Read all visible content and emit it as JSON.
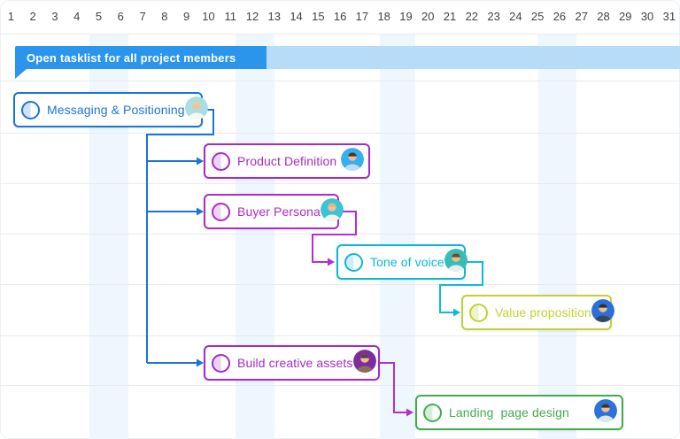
{
  "header": {
    "days": [
      "1",
      "2",
      "3",
      "4",
      "5",
      "6",
      "7",
      "8",
      "9",
      "10",
      "11",
      "12",
      "13",
      "14",
      "15",
      "16",
      "17",
      "18",
      "19",
      "20",
      "21",
      "22",
      "23",
      "24",
      "25",
      "26",
      "27",
      "28",
      "29",
      "30",
      "31"
    ]
  },
  "banner": {
    "label": "Open tasklist for all project members",
    "color": "#2b95ec",
    "extension_color": "#b7dcf9"
  },
  "tasks": [
    {
      "id": "messaging-positioning",
      "label": "Messaging & Positioning",
      "color": "#1b74d9",
      "icon_fill": "#cfe3f8",
      "avatar": {
        "bg": "#a9dfe2",
        "hair": "#e3cda0",
        "skin": "#f0c29f",
        "shirt": "#f7f7f7"
      }
    },
    {
      "id": "product-definition",
      "label": "Product Definition",
      "color": "#a32cc4",
      "icon_fill": "#ecd2f4",
      "avatar": {
        "bg": "#36aef2",
        "hair": "#4a3526",
        "skin": "#eebd94",
        "shirt": "#bfdcf2"
      }
    },
    {
      "id": "buyer-persona",
      "label": "Buyer Persona",
      "color": "#b02ac4",
      "icon_fill": "#f0d4f4",
      "avatar": {
        "bg": "#3cc3d5",
        "hair": "#d8b97e",
        "skin": "#efc3a0",
        "shirt": "#f4f1ea"
      }
    },
    {
      "id": "tone-of-voice",
      "label": "Tone of voice",
      "color": "#09b8d8",
      "icon_fill": "#cdeff5",
      "avatar": {
        "bg": "#38bdb4",
        "hair": "#6b4a2f",
        "skin": "#eebd94",
        "shirt": "#e8ecef"
      }
    },
    {
      "id": "value-proposition",
      "label": "Value proposition",
      "color": "#c3d22f",
      "icon_fill": "#eff3cb",
      "avatar": {
        "bg": "#2a70d8",
        "hair": "#3a2d22",
        "skin": "#edbd96",
        "shirt": "#35495e"
      }
    },
    {
      "id": "build-creative-assets",
      "label": "Build creative assets",
      "color": "#a32cc4",
      "icon_fill": "#ecd2f4",
      "avatar": {
        "bg": "#7c2d9e",
        "hair": "#584434",
        "skin": "#edbd96",
        "shirt": "#8a6f5a"
      }
    },
    {
      "id": "landing-page-design",
      "label": "Landing  page design",
      "color": "#42aa4f",
      "icon_fill": "#d6edd8",
      "avatar": {
        "bg": "#2a72dd",
        "hair": "#433326",
        "skin": "#edbd96",
        "shirt": "#dfe7ee"
      }
    }
  ],
  "connectors": [
    {
      "from": "messaging-positioning",
      "to": "product-definition",
      "color": "#1b74d9"
    },
    {
      "from": "messaging-positioning",
      "to": "buyer-persona",
      "color": "#1b74d9"
    },
    {
      "from": "messaging-positioning",
      "to": "build-creative-assets",
      "color": "#1b74d9"
    },
    {
      "from": "buyer-persona",
      "to": "tone-of-voice",
      "color": "#b230ce"
    },
    {
      "from": "tone-of-voice",
      "to": "value-proposition",
      "color": "#0fb9d9"
    },
    {
      "from": "build-creative-assets",
      "to": "landing-page-design",
      "color": "#b230ce"
    }
  ],
  "colors": {
    "grid_line": "#e9eaee",
    "weekend_stripe": "#eef6fe",
    "day_number": "#3f4449",
    "background": "#ffffff"
  }
}
